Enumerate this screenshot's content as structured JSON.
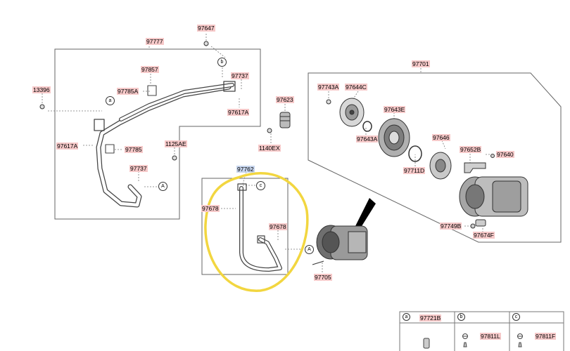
{
  "diagram": {
    "parts": {
      "p97647": "97647",
      "p97777": "97777",
      "p97857": "97857",
      "p97785A": "97785A",
      "p97737_top": "97737",
      "p13396": "13396",
      "p97617A_right": "97617A",
      "p97617A_left": "97617A",
      "p97785": "97785",
      "p1125AE": "1125AE",
      "p97737_low": "97737",
      "p97623": "97623",
      "p1140EX": "1140EX",
      "p97701": "97701",
      "p97743A": "97743A",
      "p97644C": "97644C",
      "p97643E": "97643E",
      "p97643A": "97643A",
      "p97646": "97646",
      "p97652B": "97652B",
      "p97640": "97640",
      "p97711D": "97711D",
      "p97749B": "97749B",
      "p97674F": "97674F",
      "p97762": "97762",
      "p97678_left": "97678",
      "p97678_right": "97678",
      "p97705": "97705"
    },
    "callouts": {
      "a": "a",
      "b": "b",
      "c": "c",
      "A": "A"
    },
    "legend": {
      "a_letter": "a",
      "a_part": "97721B",
      "b_letter": "b",
      "b_part": "97811L",
      "c_letter": "c",
      "c_part": "97811F"
    },
    "colors": {
      "label_red": "#f6c9c9",
      "label_blue": "#c8d6ee",
      "highlight_circle": "#f2d640",
      "pointer": "#000000"
    }
  }
}
